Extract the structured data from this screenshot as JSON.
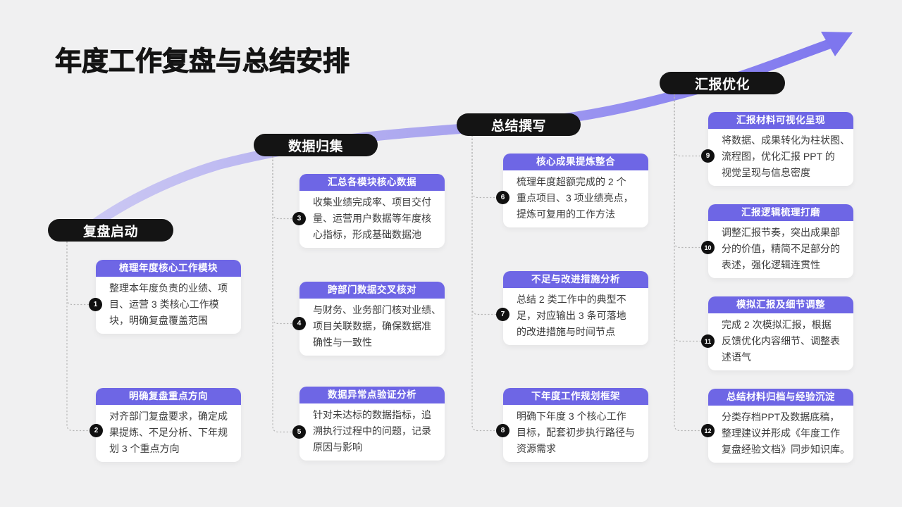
{
  "title": "年度工作复盘与总结安排",
  "colors": {
    "background": "#f0f0f1",
    "accent_purple": "#6e66e5",
    "pill_black": "#141414",
    "arrow_gradient_start": "#cbc8f3",
    "arrow_gradient_end": "#7e76ee"
  },
  "stages": [
    {
      "label": "复盘启动",
      "cards": [
        {
          "num": "1",
          "title": "梳理年度核心工作模块",
          "body": "整理本年度负责的业绩、项\n目、运营 3 类核心工作模\n块，明确复盘覆盖范围"
        },
        {
          "num": "2",
          "title": "明确复盘重点方向",
          "body": "对齐部门复盘要求，确定成\n果提炼、不足分析、下年规\n划 3 个重点方向"
        }
      ]
    },
    {
      "label": "数据归集",
      "cards": [
        {
          "num": "3",
          "title": "汇总各模块核心数据",
          "body": "收集业绩完成率、项目交付\n量、运营用户数据等年度核\n心指标，形成基础数据池"
        },
        {
          "num": "4",
          "title": "跨部门数据交叉核对",
          "body": "与财务、业务部门核对业绩、\n项目关联数据，确保数据准\n确性与一致性"
        },
        {
          "num": "5",
          "title": "数据异常点验证分析",
          "body": "针对未达标的数据指标，追\n溯执行过程中的问题，记录\n原因与影响"
        }
      ]
    },
    {
      "label": "总结撰写",
      "cards": [
        {
          "num": "6",
          "title": "核心成果提炼整合",
          "body": "梳理年度超额完成的 2 个\n重点项目、3 项业绩亮点，\n提炼可复用的工作方法"
        },
        {
          "num": "7",
          "title": "不足与改进措施分析",
          "body": "总结 2 类工作中的典型不\n足，对应输出 3 条可落地\n的改进措施与时间节点"
        },
        {
          "num": "8",
          "title": "下年度工作规划框架",
          "body": "明确下年度 3 个核心工作\n目标，配套初步执行路径与\n资源需求"
        }
      ]
    },
    {
      "label": "汇报优化",
      "cards": [
        {
          "num": "9",
          "title": "汇报材料可视化呈现",
          "body": "将数据、成果转化为柱状图、\n流程图，优化汇报 PPT 的\n视觉呈现与信息密度"
        },
        {
          "num": "10",
          "title": "汇报逻辑梳理打磨",
          "body": "调整汇报节奏，突出成果部\n分的价值，精简不足部分的\n表述，强化逻辑连贯性"
        },
        {
          "num": "11",
          "title": "模拟汇报及细节调整",
          "body": "完成 2 次模拟汇报，根据\n反馈优化内容细节、调整表\n述语气"
        },
        {
          "num": "12",
          "title": "总结材料归档与经验沉淀",
          "body": "分类存档PPT及数据底稿，\n整理建议并形成《年度工作\n复盘经验文档》同步知识库。"
        }
      ]
    }
  ]
}
